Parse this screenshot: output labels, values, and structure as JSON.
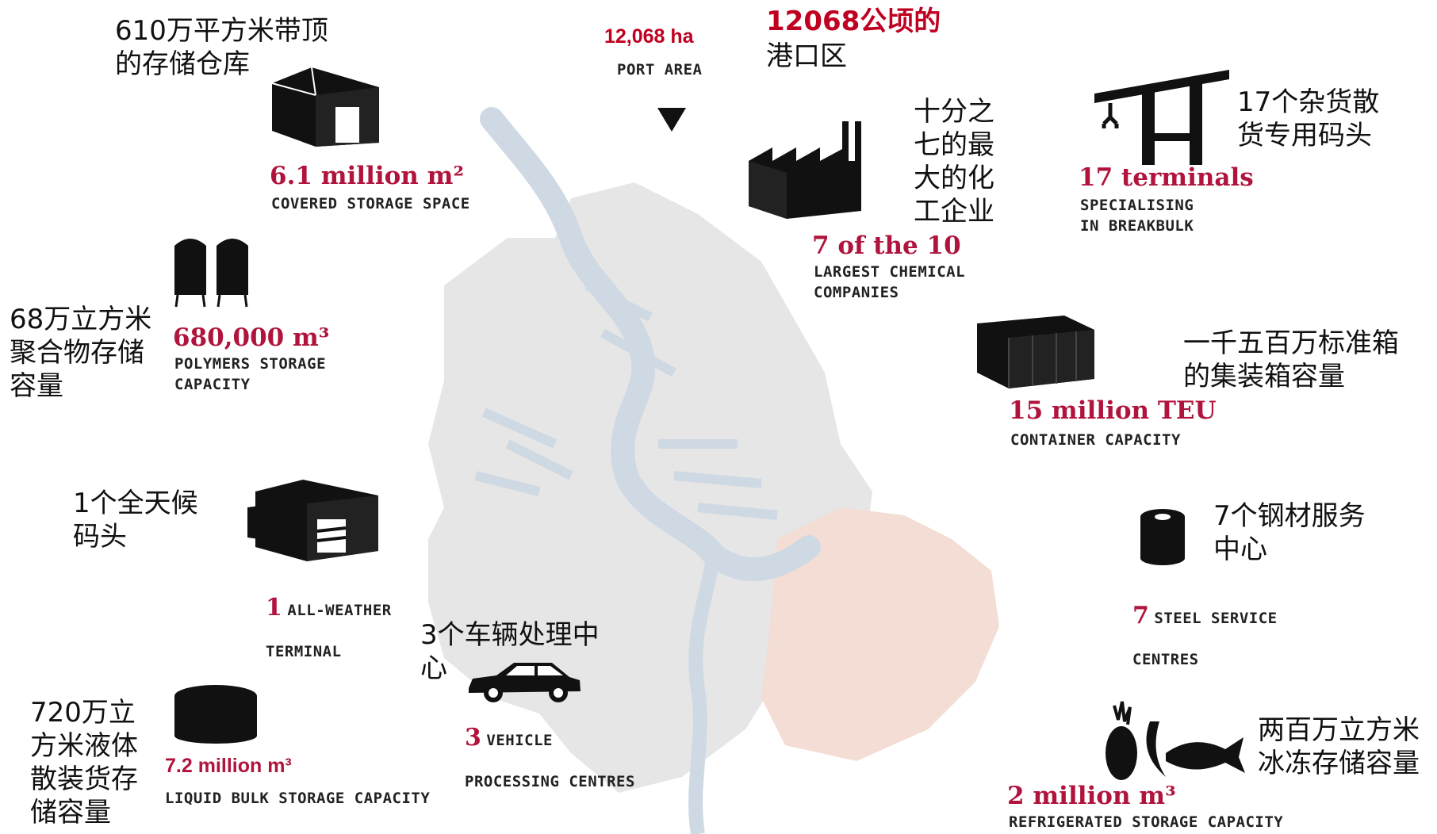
{
  "port_area": {
    "value": "12,068 ha",
    "caption": "PORT AREA",
    "zh_line1": "12068公顷的",
    "zh_line2": "港口区"
  },
  "items": [
    {
      "key": "covered",
      "zh": "610万平方米带顶\n的存储仓库",
      "stat": "6.1 million m²",
      "caption": "COVERED STORAGE SPACE",
      "icon": "warehouse-icon"
    },
    {
      "key": "polymers",
      "zh": "68万立方米\n聚合物存储\n容量",
      "stat": "680,000 m³",
      "caption": "POLYMERS STORAGE\nCAPACITY",
      "icon": "silo-icon"
    },
    {
      "key": "allweather",
      "zh": "1个全天候\n码头",
      "num": "1",
      "caption_first": "ALL-WEATHER",
      "caption_rest": "TERMINAL",
      "icon": "terminal-building-icon"
    },
    {
      "key": "liquid",
      "zh": "720万立\n方米液体\n散装货存\n储容量",
      "stat": "7.2 million m³",
      "caption": "LIQUID BULK STORAGE CAPACITY",
      "icon": "storage-tank-icon"
    },
    {
      "key": "vehicle",
      "zh": "3个车辆处理中\n心",
      "num": "3",
      "caption_first": "VEHICLE",
      "caption_rest": "PROCESSING CENTRES",
      "icon": "car-icon"
    },
    {
      "key": "chemical",
      "zh": "十分之\n七的最\n大的化\n工企业",
      "stat": "7 of the 10",
      "caption": "LARGEST CHEMICAL\nCOMPANIES",
      "icon": "factory-icon"
    },
    {
      "key": "breakbulk",
      "zh": "17个杂货散\n货专用码头",
      "stat": "17 terminals",
      "caption": "SPECIALISING\nIN BREAKBULK",
      "icon": "crane-icon"
    },
    {
      "key": "container",
      "zh": "一千五百万标准箱\n的集装箱容量",
      "stat": "15 million TEU",
      "caption": "CONTAINER CAPACITY",
      "icon": "container-icon"
    },
    {
      "key": "steel",
      "zh": "7个钢材服务\n中心",
      "num": "7",
      "caption_first": "STEEL SERVICE",
      "caption_rest": "CENTRES",
      "icon": "steel-coil-icon"
    },
    {
      "key": "reefer",
      "zh": "两百万立方米\n冰冻存储容量",
      "stat": "2 million m³",
      "caption": "REFRIGERATED STORAGE CAPACITY",
      "icon": "fruit-fish-icon"
    }
  ],
  "colors": {
    "accent": "#b0143c",
    "zh_red": "#c00020",
    "map_land": "#e6e6e6",
    "map_water": "#cfd9e3",
    "map_city": "#f3ddd4"
  }
}
